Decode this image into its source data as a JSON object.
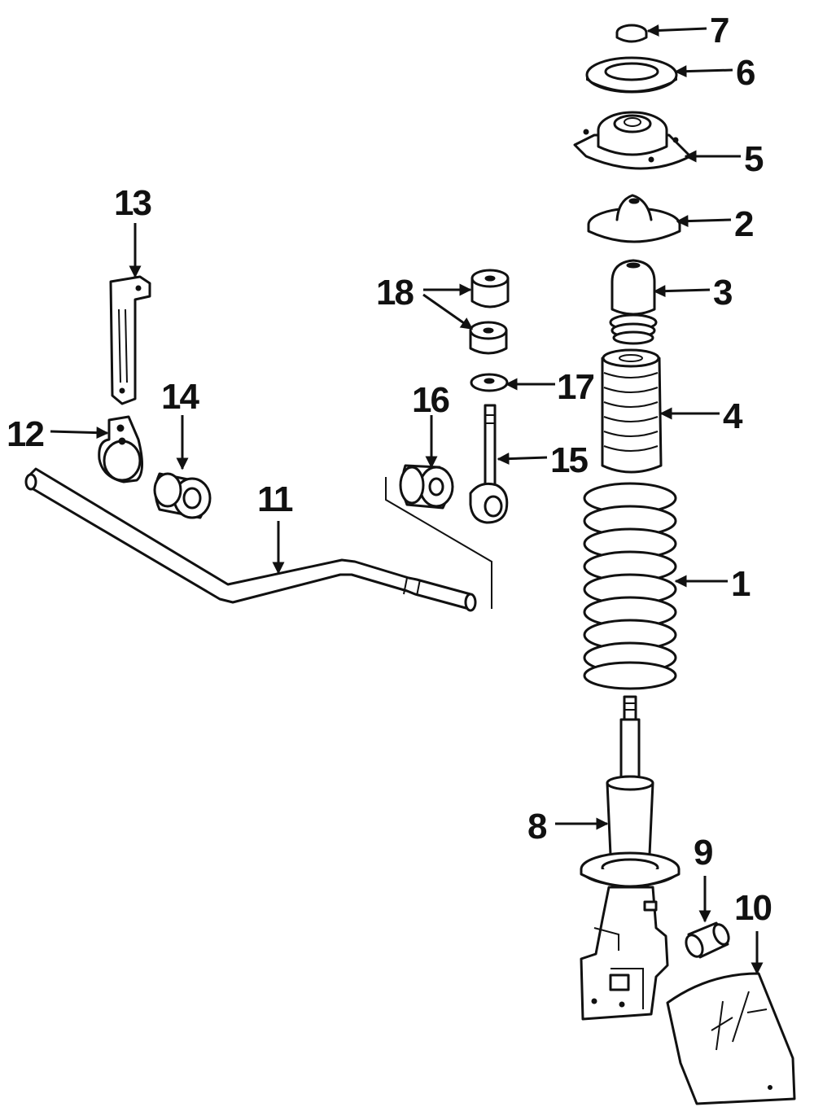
{
  "diagram": {
    "callouts": [
      {
        "id": "callout-1",
        "label": "1"
      },
      {
        "id": "callout-2",
        "label": "2"
      },
      {
        "id": "callout-3",
        "label": "3"
      },
      {
        "id": "callout-4",
        "label": "4"
      },
      {
        "id": "callout-5",
        "label": "5"
      },
      {
        "id": "callout-6",
        "label": "6"
      },
      {
        "id": "callout-7",
        "label": "7"
      },
      {
        "id": "callout-8",
        "label": "8"
      },
      {
        "id": "callout-9",
        "label": "9"
      },
      {
        "id": "callout-10",
        "label": "10"
      },
      {
        "id": "callout-11",
        "label": "11"
      },
      {
        "id": "callout-12",
        "label": "12"
      },
      {
        "id": "callout-13",
        "label": "13"
      },
      {
        "id": "callout-14",
        "label": "14"
      },
      {
        "id": "callout-15",
        "label": "15"
      },
      {
        "id": "callout-16",
        "label": "16"
      },
      {
        "id": "callout-17",
        "label": "17"
      },
      {
        "id": "callout-18",
        "label": "18"
      }
    ]
  }
}
